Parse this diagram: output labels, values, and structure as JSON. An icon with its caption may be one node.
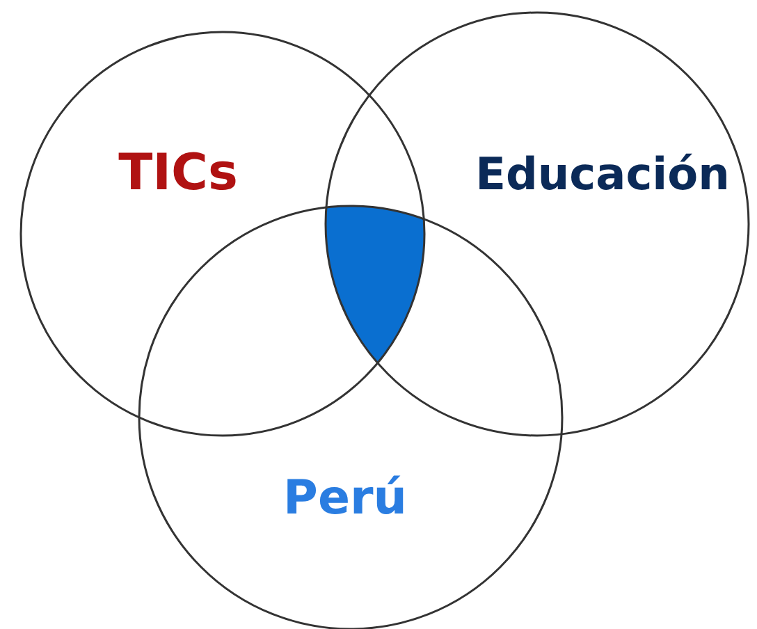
{
  "diagram": {
    "nodes": [
      {
        "text": [
          "TICs"
        ]
      },
      {
        "text": [
          "Educación"
        ]
      },
      {
        "text": [
          "Perú"
        ]
      },
      {
        "text": [],
        "shape": "region"
      }
    ]
  }
}
